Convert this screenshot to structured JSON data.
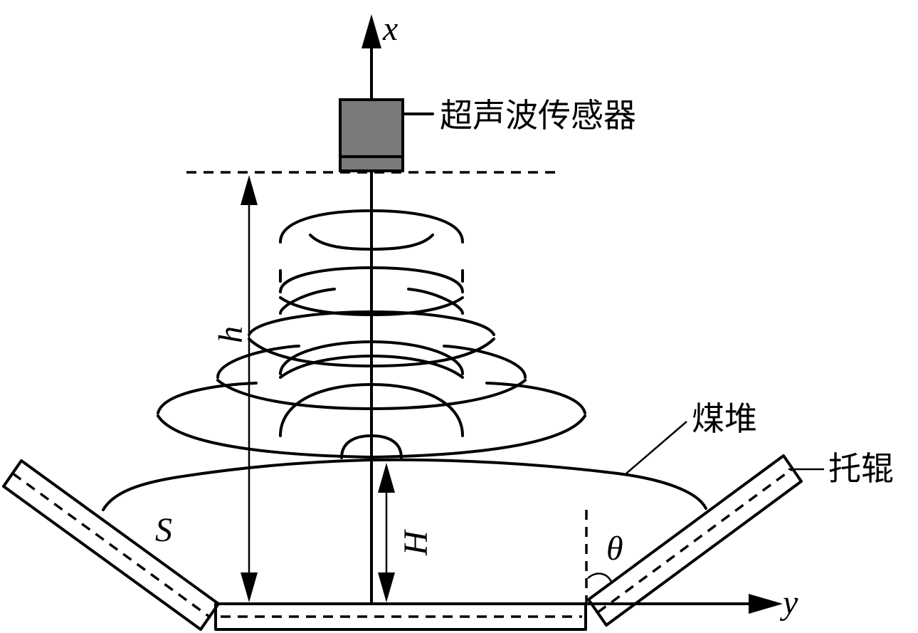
{
  "labels": {
    "axis_x": "x",
    "axis_y": "y",
    "sensor": "超声波传感器",
    "coal_pile": "煤堆",
    "idler": "托辊",
    "height_h": "h",
    "height_H": "H",
    "area_S": "S",
    "angle_theta": "θ"
  },
  "colors": {
    "line": "#000000",
    "sensor_fill": "#7a7a7a",
    "background": "#ffffff"
  }
}
